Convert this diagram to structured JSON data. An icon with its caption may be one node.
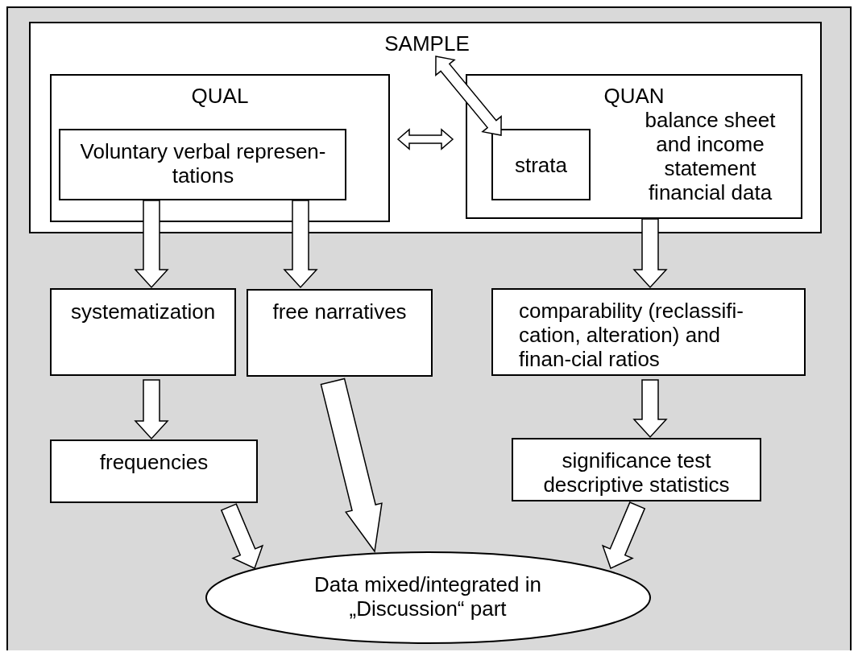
{
  "diagram": {
    "nodes": [
      {
        "text": [
          "SAMPLE"
        ]
      },
      {
        "text": [
          "QUAL"
        ],
        "in": 0
      },
      {
        "text": [
          "Voluntary verbal represen-tations"
        ],
        "in": 1
      },
      {
        "text": [
          "QUAN",
          "balance sheet and income statement financial data"
        ],
        "in": 0
      },
      {
        "text": [
          "strata"
        ],
        "in": 3
      },
      {
        "text": [
          "systematization"
        ]
      },
      {
        "text": [
          "free narratives"
        ]
      },
      {
        "text": [
          "comparability (reclassifi-cation, alteration) and finan-cial ratios"
        ]
      },
      {
        "text": [
          "frequencies"
        ]
      },
      {
        "text": [
          "significance test descriptive statistics"
        ]
      },
      {
        "text": [
          "Data mixed/integrated in „Discussion“ part"
        ]
      }
    ],
    "edges": [
      {
        "from": 1,
        "to": 3,
        "arrow": "both"
      },
      {
        "from": 0,
        "to": 4,
        "arrow": "both"
      },
      {
        "from": 2,
        "to": 5,
        "arrow": "to"
      },
      {
        "from": 2,
        "to": 6,
        "arrow": "to"
      },
      {
        "from": 3,
        "to": 7,
        "arrow": "to"
      },
      {
        "from": 5,
        "to": 8,
        "arrow": "to"
      },
      {
        "from": 7,
        "to": 9,
        "arrow": "to"
      },
      {
        "from": 8,
        "to": 10,
        "arrow": "to"
      },
      {
        "from": 6,
        "to": 10,
        "arrow": "to"
      },
      {
        "from": 9,
        "to": 10,
        "arrow": "to"
      }
    ]
  }
}
